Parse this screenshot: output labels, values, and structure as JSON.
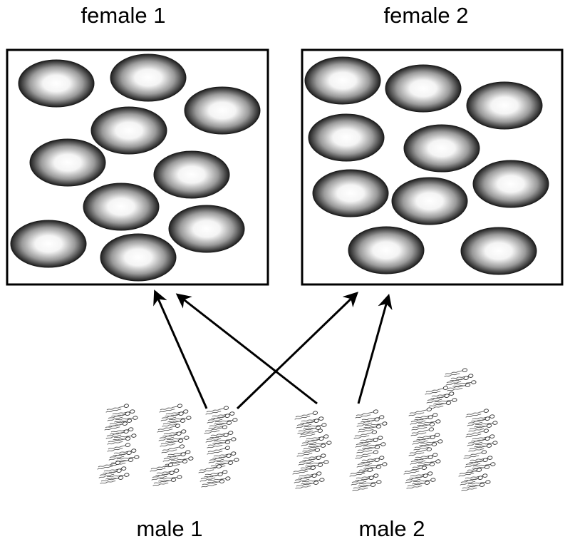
{
  "labels": {
    "female1": "female 1",
    "female2": "female 2",
    "male1": "male 1",
    "male2": "male 2"
  },
  "colors": {
    "egg_center": "#ffffff",
    "egg_edge": "#1e1e1e",
    "stroke": "#000000"
  }
}
